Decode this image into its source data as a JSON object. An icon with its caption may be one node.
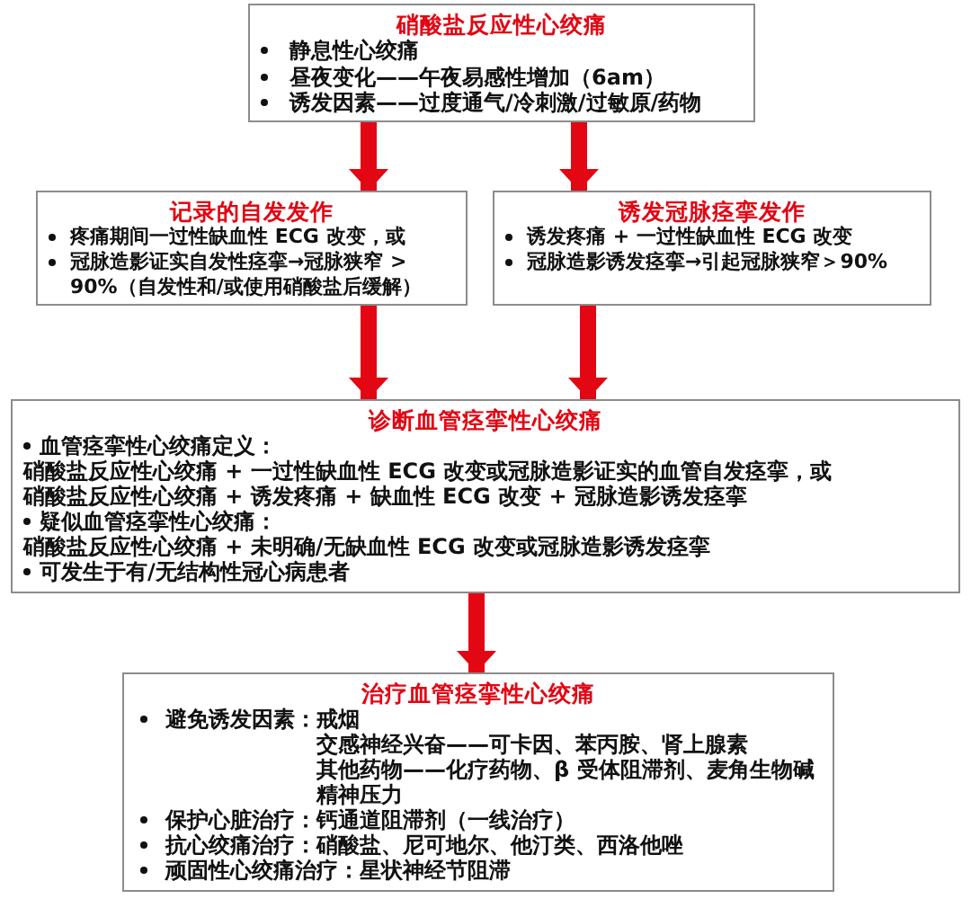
{
  "diagram": {
    "nodes": [
      {
        "text": [
          "硝酸盐反应性心绞痛",
          "静息性心绞痛",
          "昼夜变化——午夜易感性增加（6am）",
          "诱发因素——过度通气/冷刺激/过敏原/药物"
        ]
      },
      {
        "text": [
          "记录的自发发作",
          "疼痛期间一过性缺血性 ECG 改变，或",
          "冠脉造影证实自发性痉挛→冠脉狭窄 > 90%（自发性和/或使用硝酸盐后缓解）"
        ]
      },
      {
        "text": [
          "诱发冠脉痉挛发作",
          "诱发疼痛 + 一过性缺血性 ECG 改变",
          "冠脉造影诱发痉挛→引起冠脉狭窄＞90%"
        ]
      },
      {
        "text": [
          "诊断血管痉挛性心绞痛",
          "血管痉挛性心绞痛定义：",
          "硝酸盐反应性心绞痛 + 一过性缺血性 ECG 改变或冠脉造影证实的血管自发痉挛，或",
          "硝酸盐反应性心绞痛 + 诱发疼痛 + 缺血性 ECG 改变 + 冠脉造影诱发痉挛",
          "疑似血管痉挛性心绞痛：",
          "硝酸盐反应性心绞痛 + 未明确/无缺血性 ECG 改变或冠脉造影诱发痉挛",
          "可发生于有/无结构性冠心病患者"
        ]
      },
      {
        "text": [
          "治疗血管痉挛性心绞痛",
          "避免诱发因素：戒烟",
          "交感神经兴奋——可卡因、苯丙胺、肾上腺素",
          "其他药物——化疗药物、β 受体阻滞剂、麦角生物碱",
          "精神压力",
          "保护心脏治疗：钙通道阻滞剂（一线治疗）",
          "抗心绞痛治疗：硝酸盐、尼可地尔、他汀类、西洛他唑",
          "顽固性心绞痛治疗：星状神经节阻滞"
        ]
      }
    ],
    "edges": [
      {
        "from": 0,
        "to": 1,
        "arrow": "to"
      },
      {
        "from": 0,
        "to": 2,
        "arrow": "to"
      },
      {
        "from": 1,
        "to": 3,
        "arrow": "to"
      },
      {
        "from": 2,
        "to": 3,
        "arrow": "to"
      },
      {
        "from": 3,
        "to": 4,
        "arrow": "to"
      }
    ]
  }
}
